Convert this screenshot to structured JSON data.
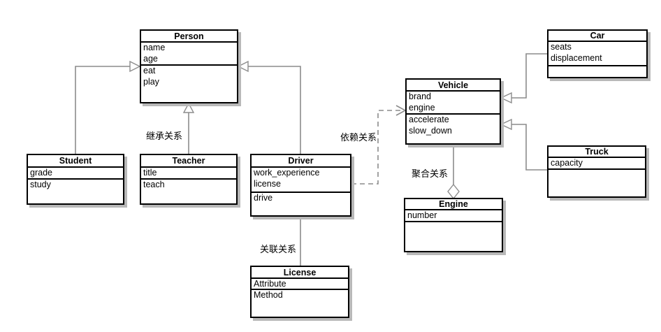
{
  "classes": {
    "person": {
      "name": "Person",
      "attributes": [
        "name",
        "age"
      ],
      "methods": [
        "eat",
        "play"
      ]
    },
    "student": {
      "name": "Student",
      "attributes": [
        "grade"
      ],
      "methods": [
        "study"
      ]
    },
    "teacher": {
      "name": "Teacher",
      "attributes": [
        "title"
      ],
      "methods": [
        "teach"
      ]
    },
    "driver": {
      "name": "Driver",
      "attributes": [
        "work_experience",
        "license"
      ],
      "methods": [
        "drive"
      ]
    },
    "vehicle": {
      "name": "Vehicle",
      "attributes": [
        "brand",
        "engine"
      ],
      "methods": [
        "accelerate",
        "slow_down"
      ]
    },
    "car": {
      "name": "Car",
      "attributes": [
        "seats",
        "displacement"
      ],
      "methods": []
    },
    "truck": {
      "name": "Truck",
      "attributes": [
        "capacity"
      ],
      "methods": []
    },
    "engine": {
      "name": "Engine",
      "attributes": [
        "number"
      ],
      "methods": []
    },
    "license": {
      "name": "License",
      "attributes": [
        "Attribute"
      ],
      "methods": [
        "Method"
      ]
    }
  },
  "relationships": [
    {
      "from": "Student",
      "to": "Person",
      "type": "inheritance",
      "label": ""
    },
    {
      "from": "Teacher",
      "to": "Person",
      "type": "inheritance",
      "label": "继承关系"
    },
    {
      "from": "Driver",
      "to": "Person",
      "type": "inheritance",
      "label": ""
    },
    {
      "from": "Driver",
      "to": "Vehicle",
      "type": "dependency",
      "label": "依赖关系"
    },
    {
      "from": "Driver",
      "to": "License",
      "type": "association",
      "label": "关联关系"
    },
    {
      "from": "Vehicle",
      "to": "Engine",
      "type": "aggregation",
      "label": "聚合关系"
    },
    {
      "from": "Car",
      "to": "Vehicle",
      "type": "inheritance",
      "label": ""
    },
    {
      "from": "Truck",
      "to": "Vehicle",
      "type": "inheritance",
      "label": ""
    }
  ],
  "colors": {
    "connector": "#8c8c8c",
    "box_border": "#000000",
    "box_shadow": "#b8b8b8",
    "background": "#ffffff"
  }
}
